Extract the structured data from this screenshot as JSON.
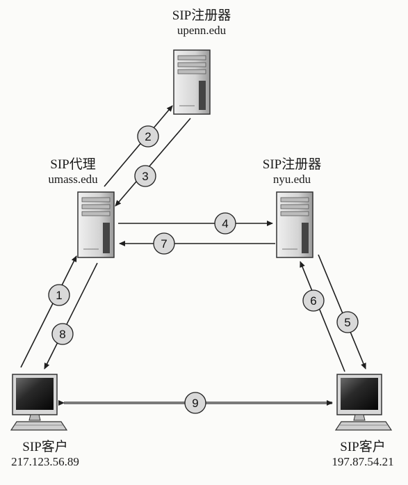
{
  "nodes": {
    "registrar_upenn": {
      "title": "SIP注册器",
      "subtitle": "upenn.edu"
    },
    "proxy_umass": {
      "title": "SIP代理",
      "subtitle": "umass.edu"
    },
    "registrar_nyu": {
      "title": "SIP注册器",
      "subtitle": "nyu.edu"
    },
    "client_left": {
      "title": "SIP客户",
      "subtitle": "217.123.56.89"
    },
    "client_right": {
      "title": "SIP客户",
      "subtitle": "197.87.54.21"
    }
  },
  "steps": [
    "1",
    "2",
    "3",
    "4",
    "5",
    "6",
    "7",
    "8",
    "9"
  ],
  "colors": {
    "line": "#1f1f1f",
    "circle_fill": "#d9d9d9",
    "media_line": "#7a7a7a"
  }
}
